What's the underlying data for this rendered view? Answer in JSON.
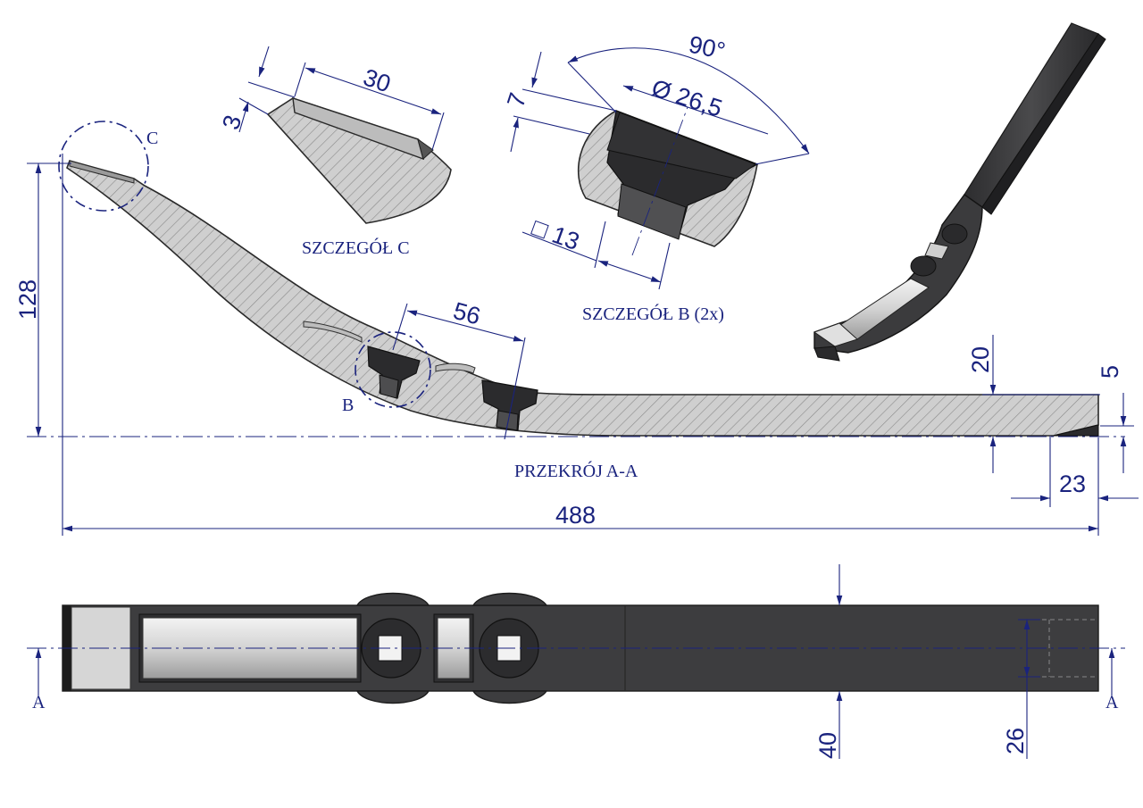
{
  "dimensions": {
    "total_length": "488",
    "height": "128",
    "hole_spacing": "56",
    "thickness": "20",
    "tip_thickness": "5",
    "tip_length": "23",
    "width": "40",
    "slot_width": "26",
    "detail_c_length": "30",
    "detail_c_step": "3",
    "detail_b_depth": "7",
    "detail_b_diameter": "Ø 26,5",
    "detail_b_angle": "90°",
    "detail_b_square": "□ 13"
  },
  "labels": {
    "detail_c_marker": "C",
    "detail_b_marker": "B",
    "detail_c_title": "SZCZEGÓŁ C",
    "detail_b_title": "SZCZEGÓŁ B (2x)",
    "section_title": "PRZEKRÓJ A-A",
    "section_marker_left": "A",
    "section_marker_right": "A"
  },
  "colors": {
    "dimension": "#1a237e",
    "body": "#3d3d3f",
    "hatch": "#c9c9c9",
    "carbide": "#d6d6d6"
  }
}
